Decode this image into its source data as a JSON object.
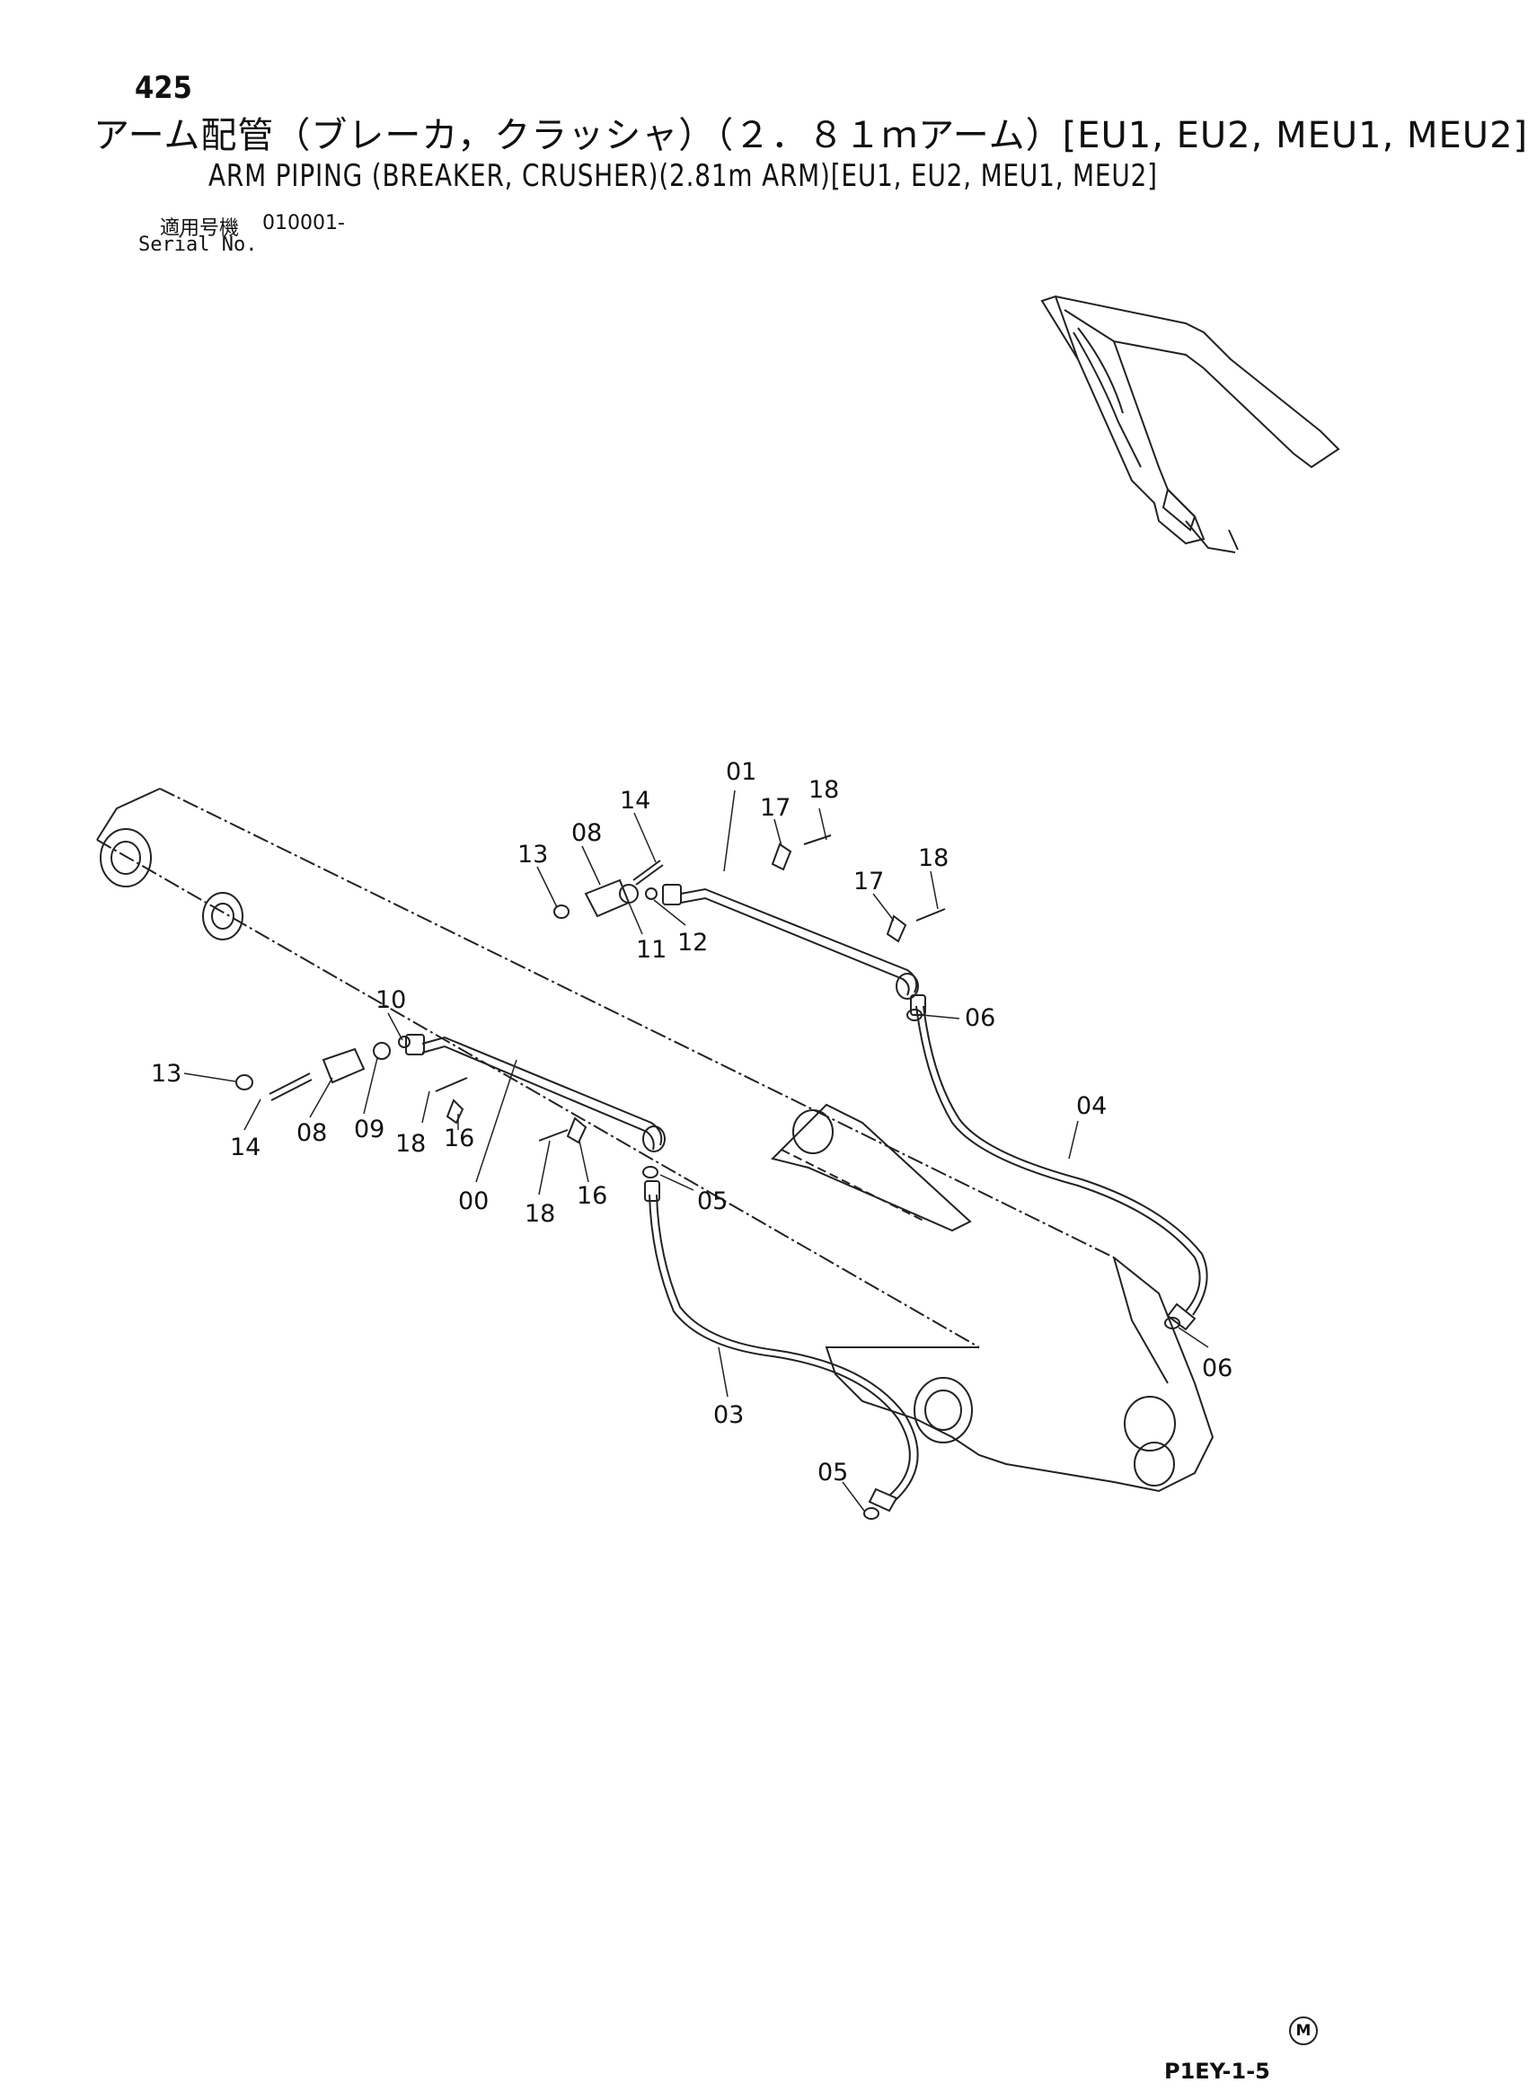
{
  "header": {
    "page_number": "425",
    "title_jp": "アーム配管（ブレーカ，クラッシャ）（２．８１ｍアーム）[EU1, EU2, MEU1, MEU2]",
    "title_en": "ARM PIPING (BREAKER, CRUSHER)(2.81m ARM)[EU1, EU2, MEU1, MEU2]",
    "serial_label_jp": "適用号機",
    "serial_value": "010001-",
    "serial_label_en": "Serial No."
  },
  "callouts": [
    "01",
    "18",
    "14",
    "17",
    "08",
    "13",
    "18",
    "17",
    "11",
    "12",
    "06",
    "10",
    "04",
    "13",
    "14",
    "08",
    "09",
    "18",
    "16",
    "00",
    "18",
    "16",
    "05",
    "06",
    "03",
    "05"
  ],
  "footer": {
    "mark": "M",
    "code": "P1EY-1-5"
  }
}
